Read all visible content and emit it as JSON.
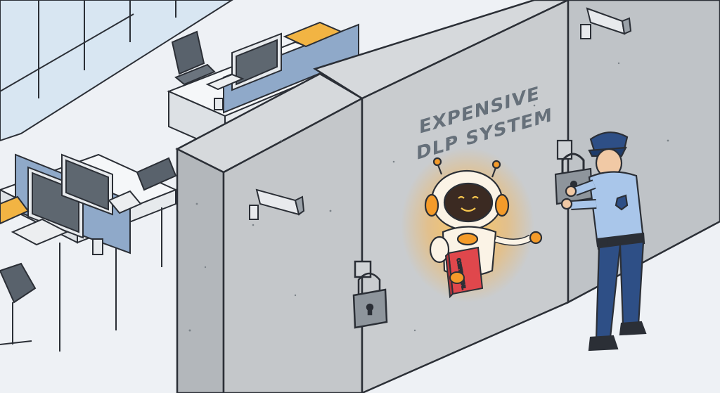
{
  "scene": {
    "wall_label_line1": "EXPENSIVE",
    "wall_label_line2": "DLP SYSTEM",
    "book_label": "CONFIDENTIAL"
  },
  "colors": {
    "floor": "#eef1f5",
    "wall_front": "#c9cccf",
    "wall_side": "#b3b7bb",
    "wall_top": "#d6d9dc",
    "robot_glow": "#ffb23f",
    "robot_body": "#fbf3e6",
    "robot_accent": "#f49b2a",
    "book": "#e0474c",
    "guard_uniform": "#a9c6ea",
    "guard_pants": "#2e4f86",
    "outline": "#2b2f36"
  },
  "icons": [
    "security-camera-icon",
    "padlock-icon",
    "robot-icon",
    "police-officer-icon",
    "office-chair-icon",
    "monitor-icon"
  ]
}
